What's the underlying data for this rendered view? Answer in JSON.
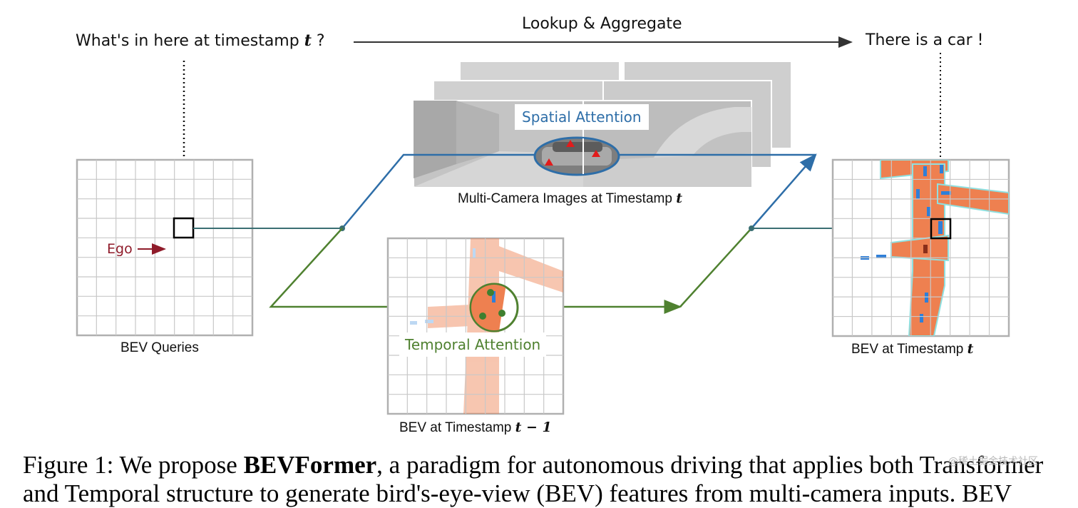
{
  "top": {
    "question": "What's in here at timestamp",
    "question_var": "t",
    "question_mark": "?",
    "process": "Lookup & Aggregate",
    "answer": "There is a car !"
  },
  "panels": {
    "bev_queries": "BEV Queries",
    "ego": "Ego",
    "multi_camera": "Multi-Camera Images at Timestamp",
    "multi_camera_var": "t",
    "spatial_attention": "Spatial Attention",
    "temporal_attention": "Temporal Attention",
    "bev_prev": "BEV at Timestamp",
    "bev_prev_var": "t − 1",
    "bev_now": "BEV at Timestamp",
    "bev_now_var": "t"
  },
  "caption": {
    "prefix": "Figure 1:  We propose ",
    "bold": "BEVFormer",
    "rest": ", a paradigm for autonomous driving that applies both Transformer",
    "line2": "and Temporal structure to generate bird's-eye-view (BEV) features from multi-camera inputs. BEV"
  },
  "watermark": "@稀土掘金技术社区",
  "colors": {
    "spatial": "#2e6ea8",
    "temporal": "#4f8130",
    "ego": "#8f1b2a",
    "road": "#ee8050",
    "vehicle": "#2f7fd8",
    "grid": "#c8c8c8"
  }
}
